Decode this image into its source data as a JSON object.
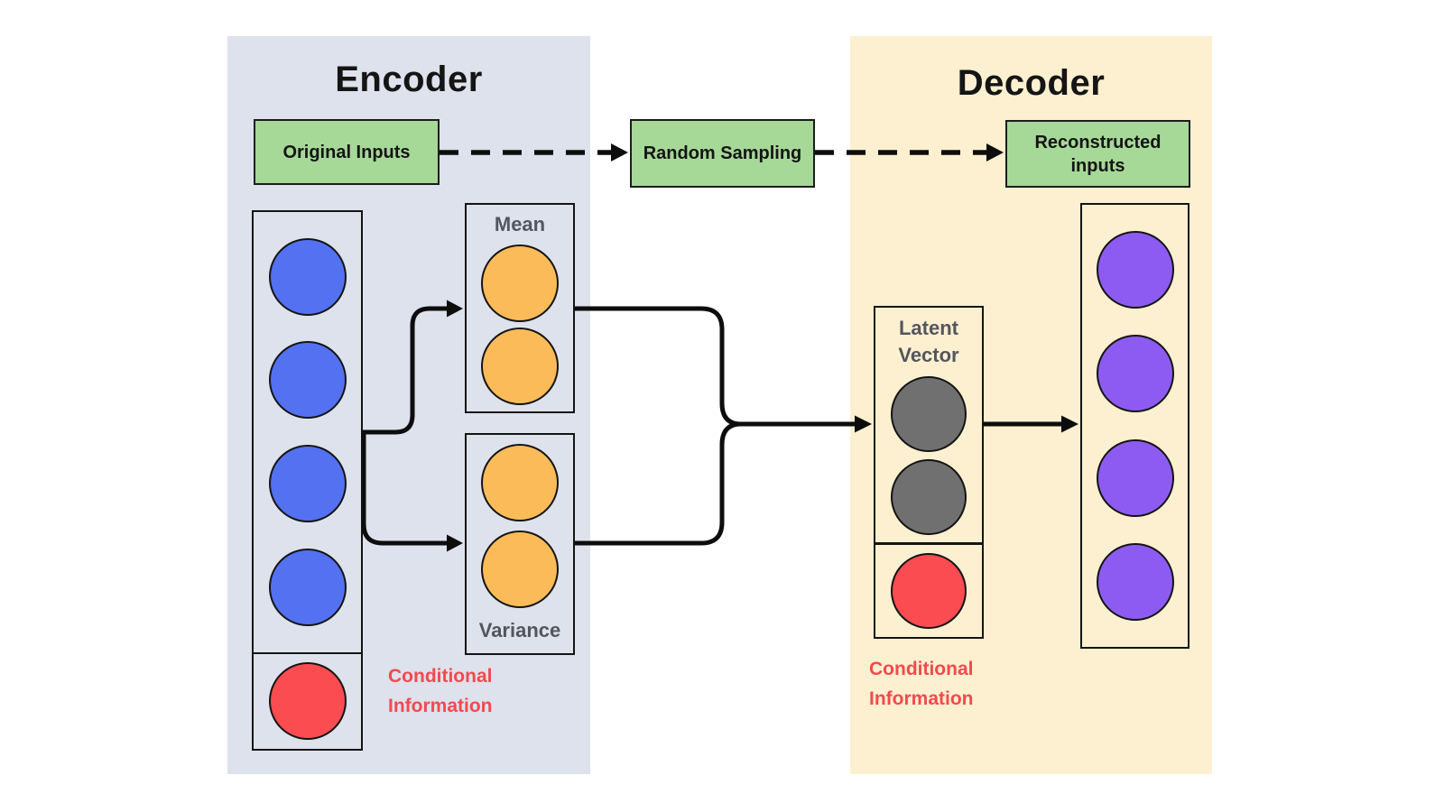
{
  "encoder": {
    "title": "Encoder",
    "original_inputs_label": "Original Inputs",
    "mean_label": "Mean",
    "variance_label": "Variance",
    "conditional_line1": "Conditional",
    "conditional_line2": "Information"
  },
  "pipeline": {
    "random_sampling_label": "Random Sampling",
    "reconstructed_line1": "Reconstructed",
    "reconstructed_line2": "inputs"
  },
  "decoder": {
    "title": "Decoder",
    "latent_line1": "Latent",
    "latent_line2": "Vector",
    "conditional_line1": "Conditional",
    "conditional_line2": "Information"
  },
  "node_groups": {
    "encoder_inputs": [
      "blue",
      "blue",
      "blue",
      "blue"
    ],
    "encoder_conditional": [
      "red"
    ],
    "mean_nodes": [
      "orange",
      "orange"
    ],
    "variance_nodes": [
      "orange",
      "orange"
    ],
    "latent_nodes": [
      "gray",
      "gray"
    ],
    "latent_conditional": [
      "red"
    ],
    "decoder_outputs": [
      "purple",
      "purple",
      "purple",
      "purple"
    ]
  },
  "palette": {
    "panel_encoder": "#dde2ec",
    "panel_decoder": "#fdf0d0",
    "green_box": "#a6d897",
    "blue": "#5371f1",
    "orange": "#fbbb58",
    "purple": "#8d5bf2",
    "red": "#fa4c51",
    "gray": "#707070",
    "label_gray": "#54565e",
    "conditional_red": "#f4494e",
    "line": "#0d0d0d"
  }
}
